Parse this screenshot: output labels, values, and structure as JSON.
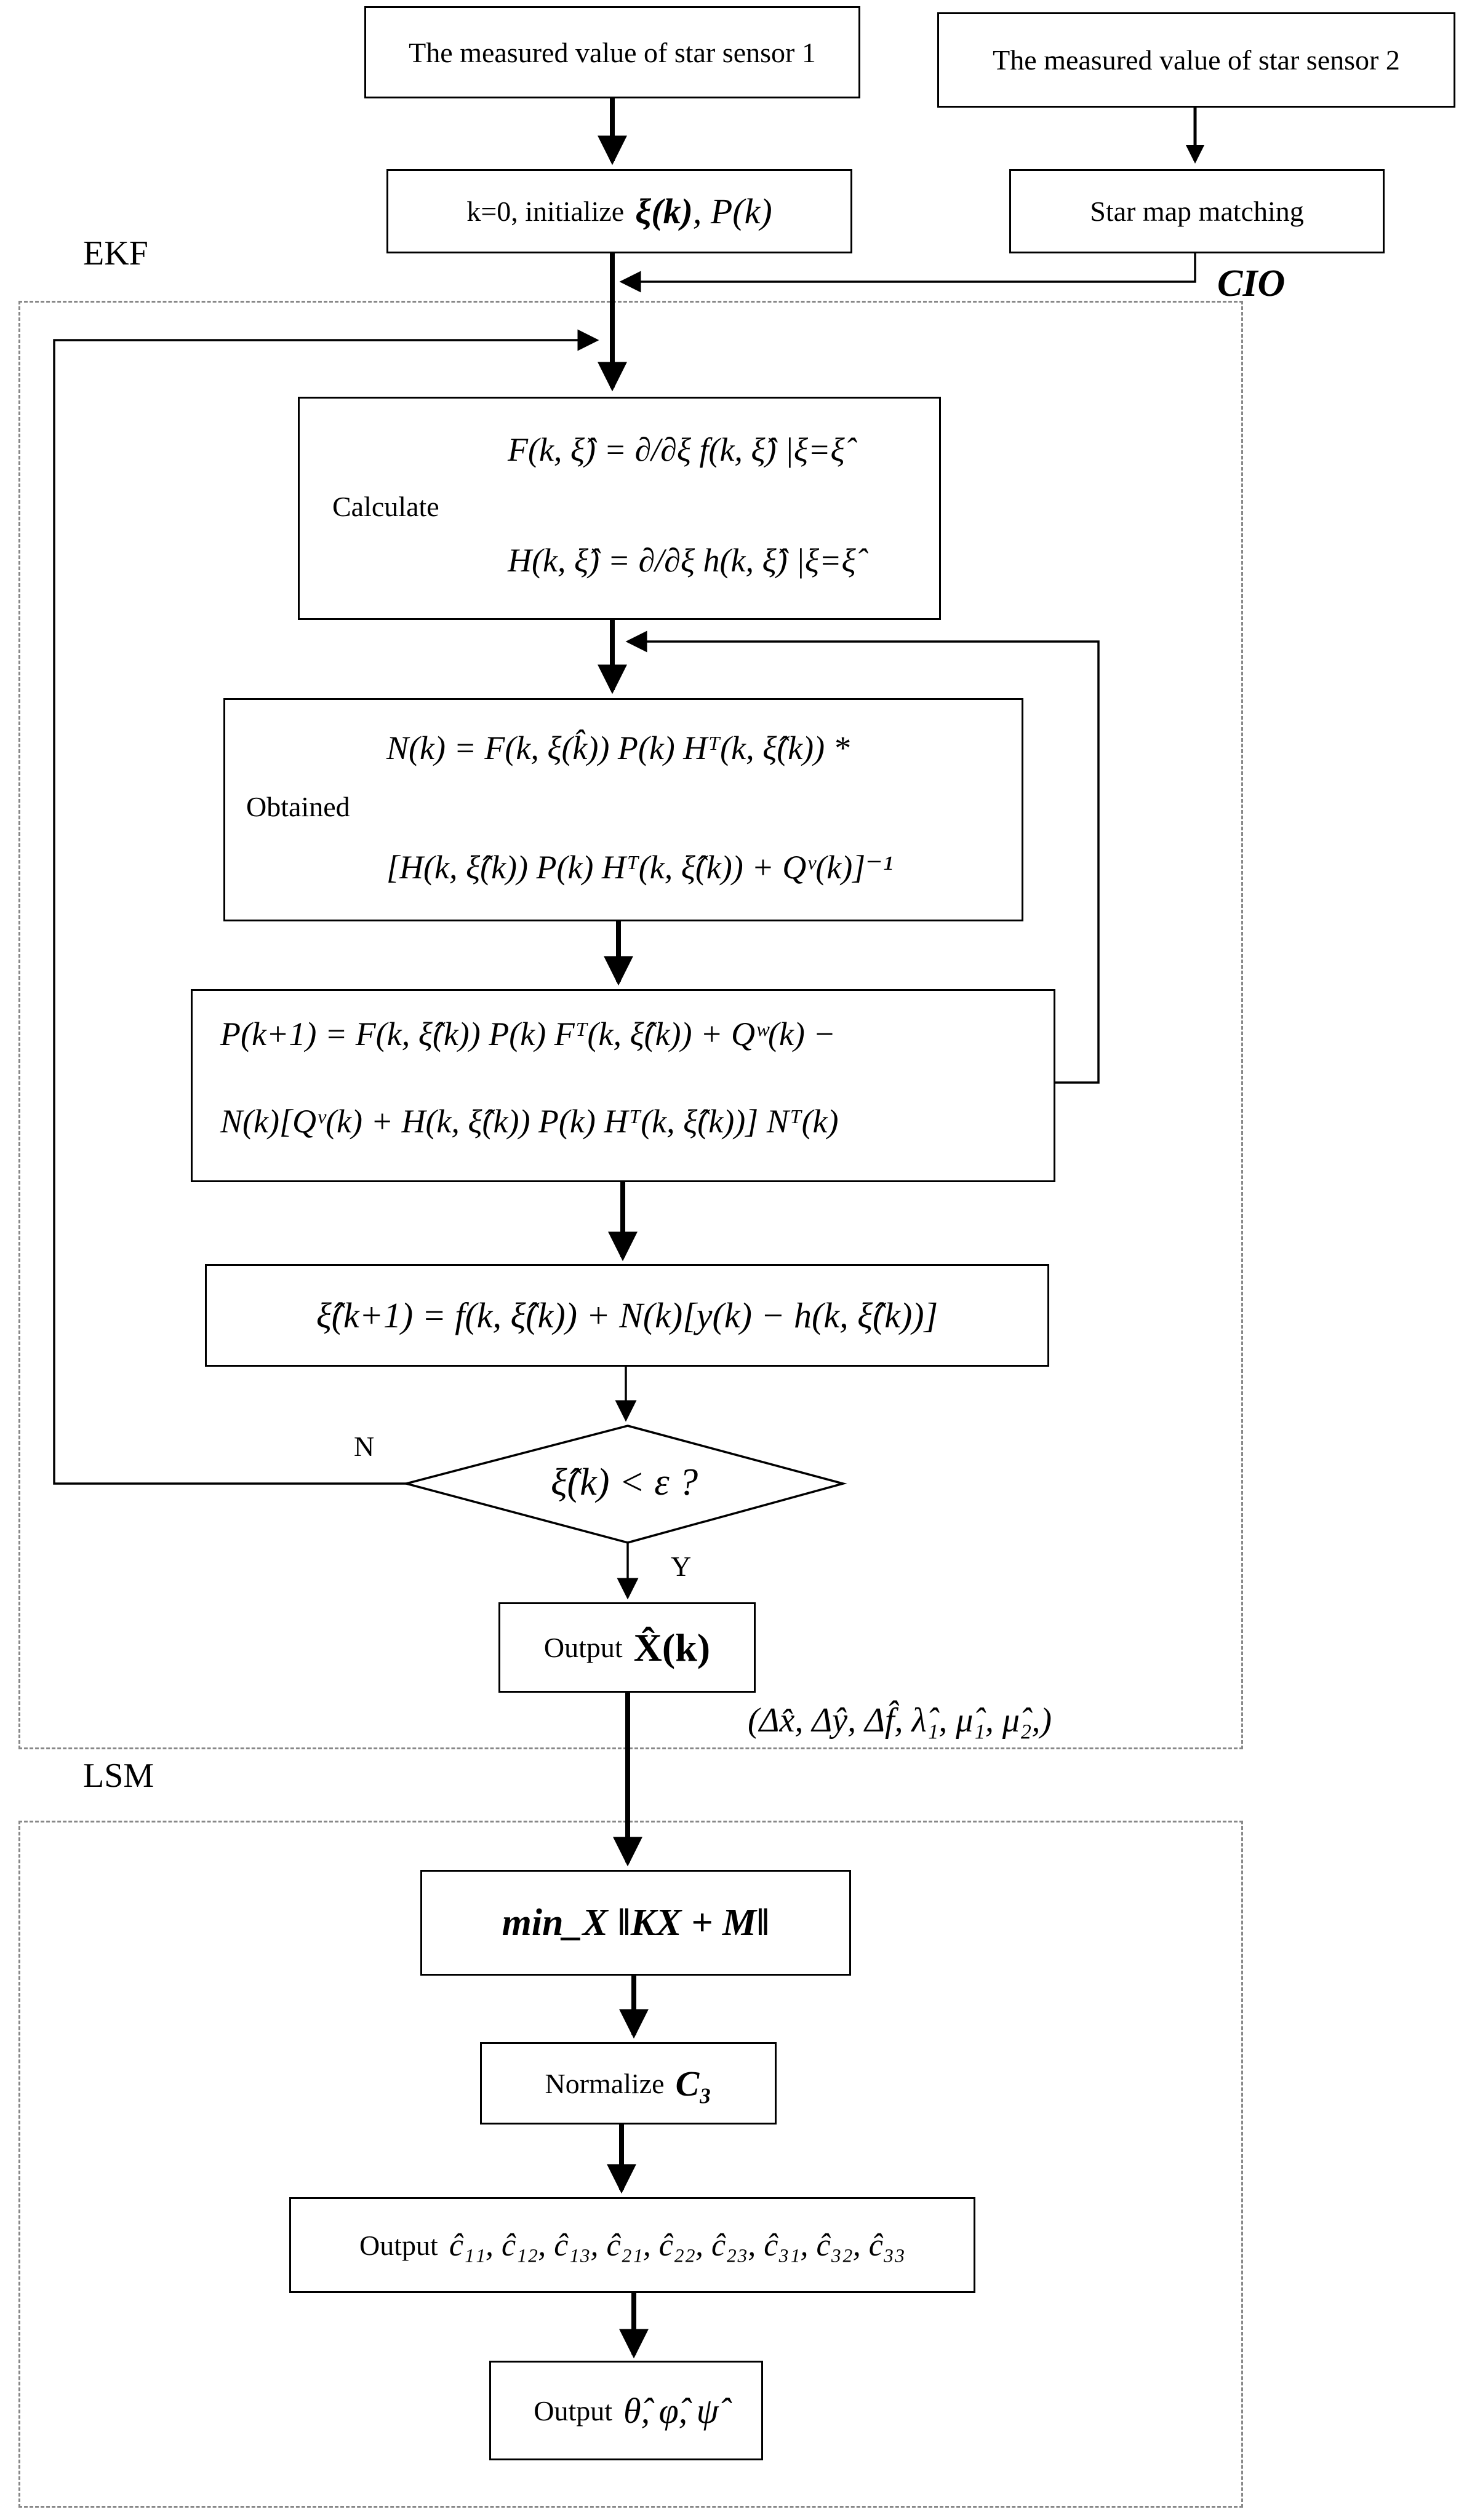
{
  "nodes": {
    "sensor1": "The measured value of star sensor 1",
    "sensor2": "The measured value of star sensor 2",
    "init_text": "k=0,  initialize",
    "init_math_xi": "ξ(k)",
    "init_math_p": ",  P(k)",
    "starmap": "Star map matching",
    "calc_label": "Calculate",
    "calc_eq1": "F(k, ξ̂) = ∂/∂ξ f(k, ξ̂) |ξ=ξ̂",
    "calc_eq2": "H(k, ξ̂) = ∂/∂ξ h(k, ξ̂) |ξ=ξ̂",
    "obtained_label": "Obtained",
    "obtained_eq1": "N(k) = F(k, ξ(k̂)) P(k) Hᵀ(k, ξ̂(k)) *",
    "obtained_eq2": "[H(k, ξ̂(k)) P(k) Hᵀ(k, ξ̂(k)) + Qᵛ(k)]⁻¹",
    "p_eq1": "P(k+1) = F(k, ξ̂(k)) P(k) Fᵀ(k, ξ̂(k)) + Qʷ(k) −",
    "p_eq2": "N(k)[Qᵛ(k) + H(k, ξ̂(k)) P(k) Hᵀ(k, ξ̂(k))] Nᵀ(k)",
    "xi_eq": "ξ̂(k+1) = f(k, ξ̂(k)) + N(k)[y(k) − h(k, ξ̂(k))]",
    "decision": "ξ̂(k) < ε ?",
    "output_x_label": "Output",
    "output_x_math": "X̂(k)",
    "output_x_params": "(Δx̂, Δŷ, Δf̂, λ̂₁, μ̂₁, μ̂₂,)",
    "lsm_eq": "min_X ‖KX + M‖",
    "normalize_label": "Normalize",
    "normalize_math": "C₃",
    "output_c_label": "Output",
    "output_c_math": "ĉ₁₁, ĉ₁₂, ĉ₁₃, ĉ₂₁, ĉ₂₂, ĉ₂₃, ĉ₃₁, ĉ₃₂, ĉ₃₃",
    "output_angles_label": "Output",
    "output_angles_math": "θ̂, φ̂, ψ̂"
  },
  "sections": {
    "ekf": "EKF",
    "lsm": "LSM"
  },
  "flow_labels": {
    "cio": "CIO",
    "no": "N",
    "yes": "Y"
  }
}
